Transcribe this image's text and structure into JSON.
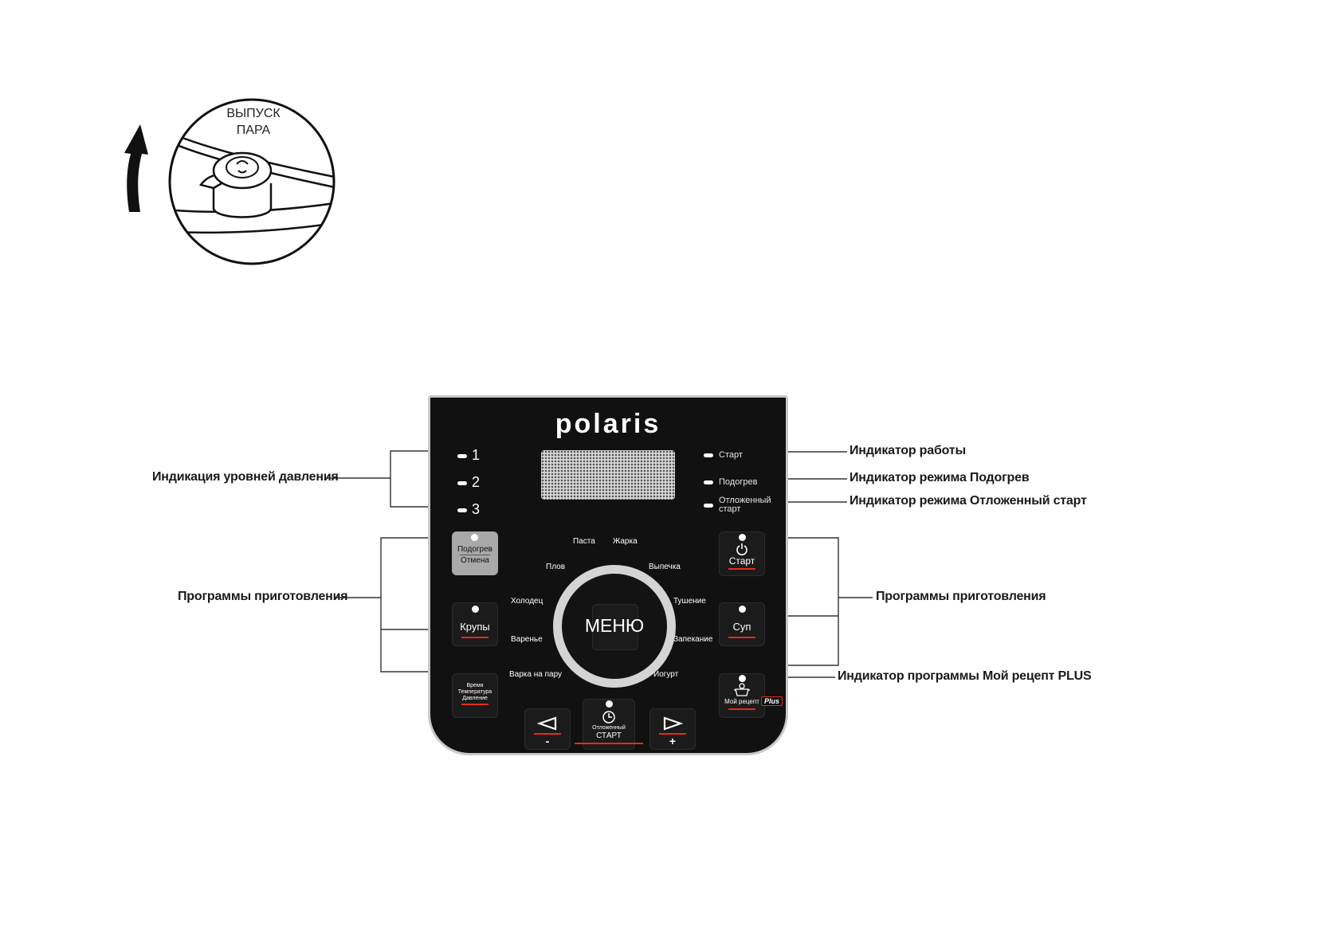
{
  "valve": {
    "label_line1": "ВЫПУСК",
    "label_line2": "ПАРА"
  },
  "panel": {
    "brand": "polaris",
    "pressure_levels": [
      "1",
      "2",
      "3"
    ],
    "indicators": {
      "start": "Старт",
      "warm": "Подогрев",
      "delay_line1": "Отложенный",
      "delay_line2": "старт"
    },
    "buttons": {
      "warm_cancel_line1": "Подогрев",
      "warm_cancel_line2": "Отмена",
      "grains": "Крупы",
      "time_line1": "Время",
      "time_line2": "Температура",
      "time_line3": "Давление",
      "start": "Старт",
      "soup": "Суп",
      "my_recipe": "Мой рецепт",
      "plus_badge": "Plus",
      "minus": "-",
      "plus": "+",
      "delay_line1": "Отложенный",
      "delay_line2": "СТАРТ",
      "menu": "МЕНЮ"
    },
    "programs": {
      "pasta": "Паста",
      "fry": "Жарка",
      "pilaf": "Плов",
      "bake": "Выпечка",
      "aspic": "Холодец",
      "stew": "Тушение",
      "jam": "Варенье",
      "casserole": "Запекание",
      "steam": "Варка на пару",
      "yogurt": "Йогурт"
    }
  },
  "callouts": {
    "pressure_levels": "Индикация уровней давления",
    "programs_left": "Программы приготовления",
    "work_indicator": "Индикатор работы",
    "warm_indicator": "Индикатор режима Подогрев",
    "delay_indicator": "Индикатор режима Отложенный старт",
    "programs_right": "Программы приготовления",
    "my_recipe_indicator": "Индикатор программы Мой рецепт PLUS"
  },
  "colors": {
    "panel_bg": "#111111",
    "accent_red": "#e8291c",
    "display_grey": "#d9d9d9"
  }
}
